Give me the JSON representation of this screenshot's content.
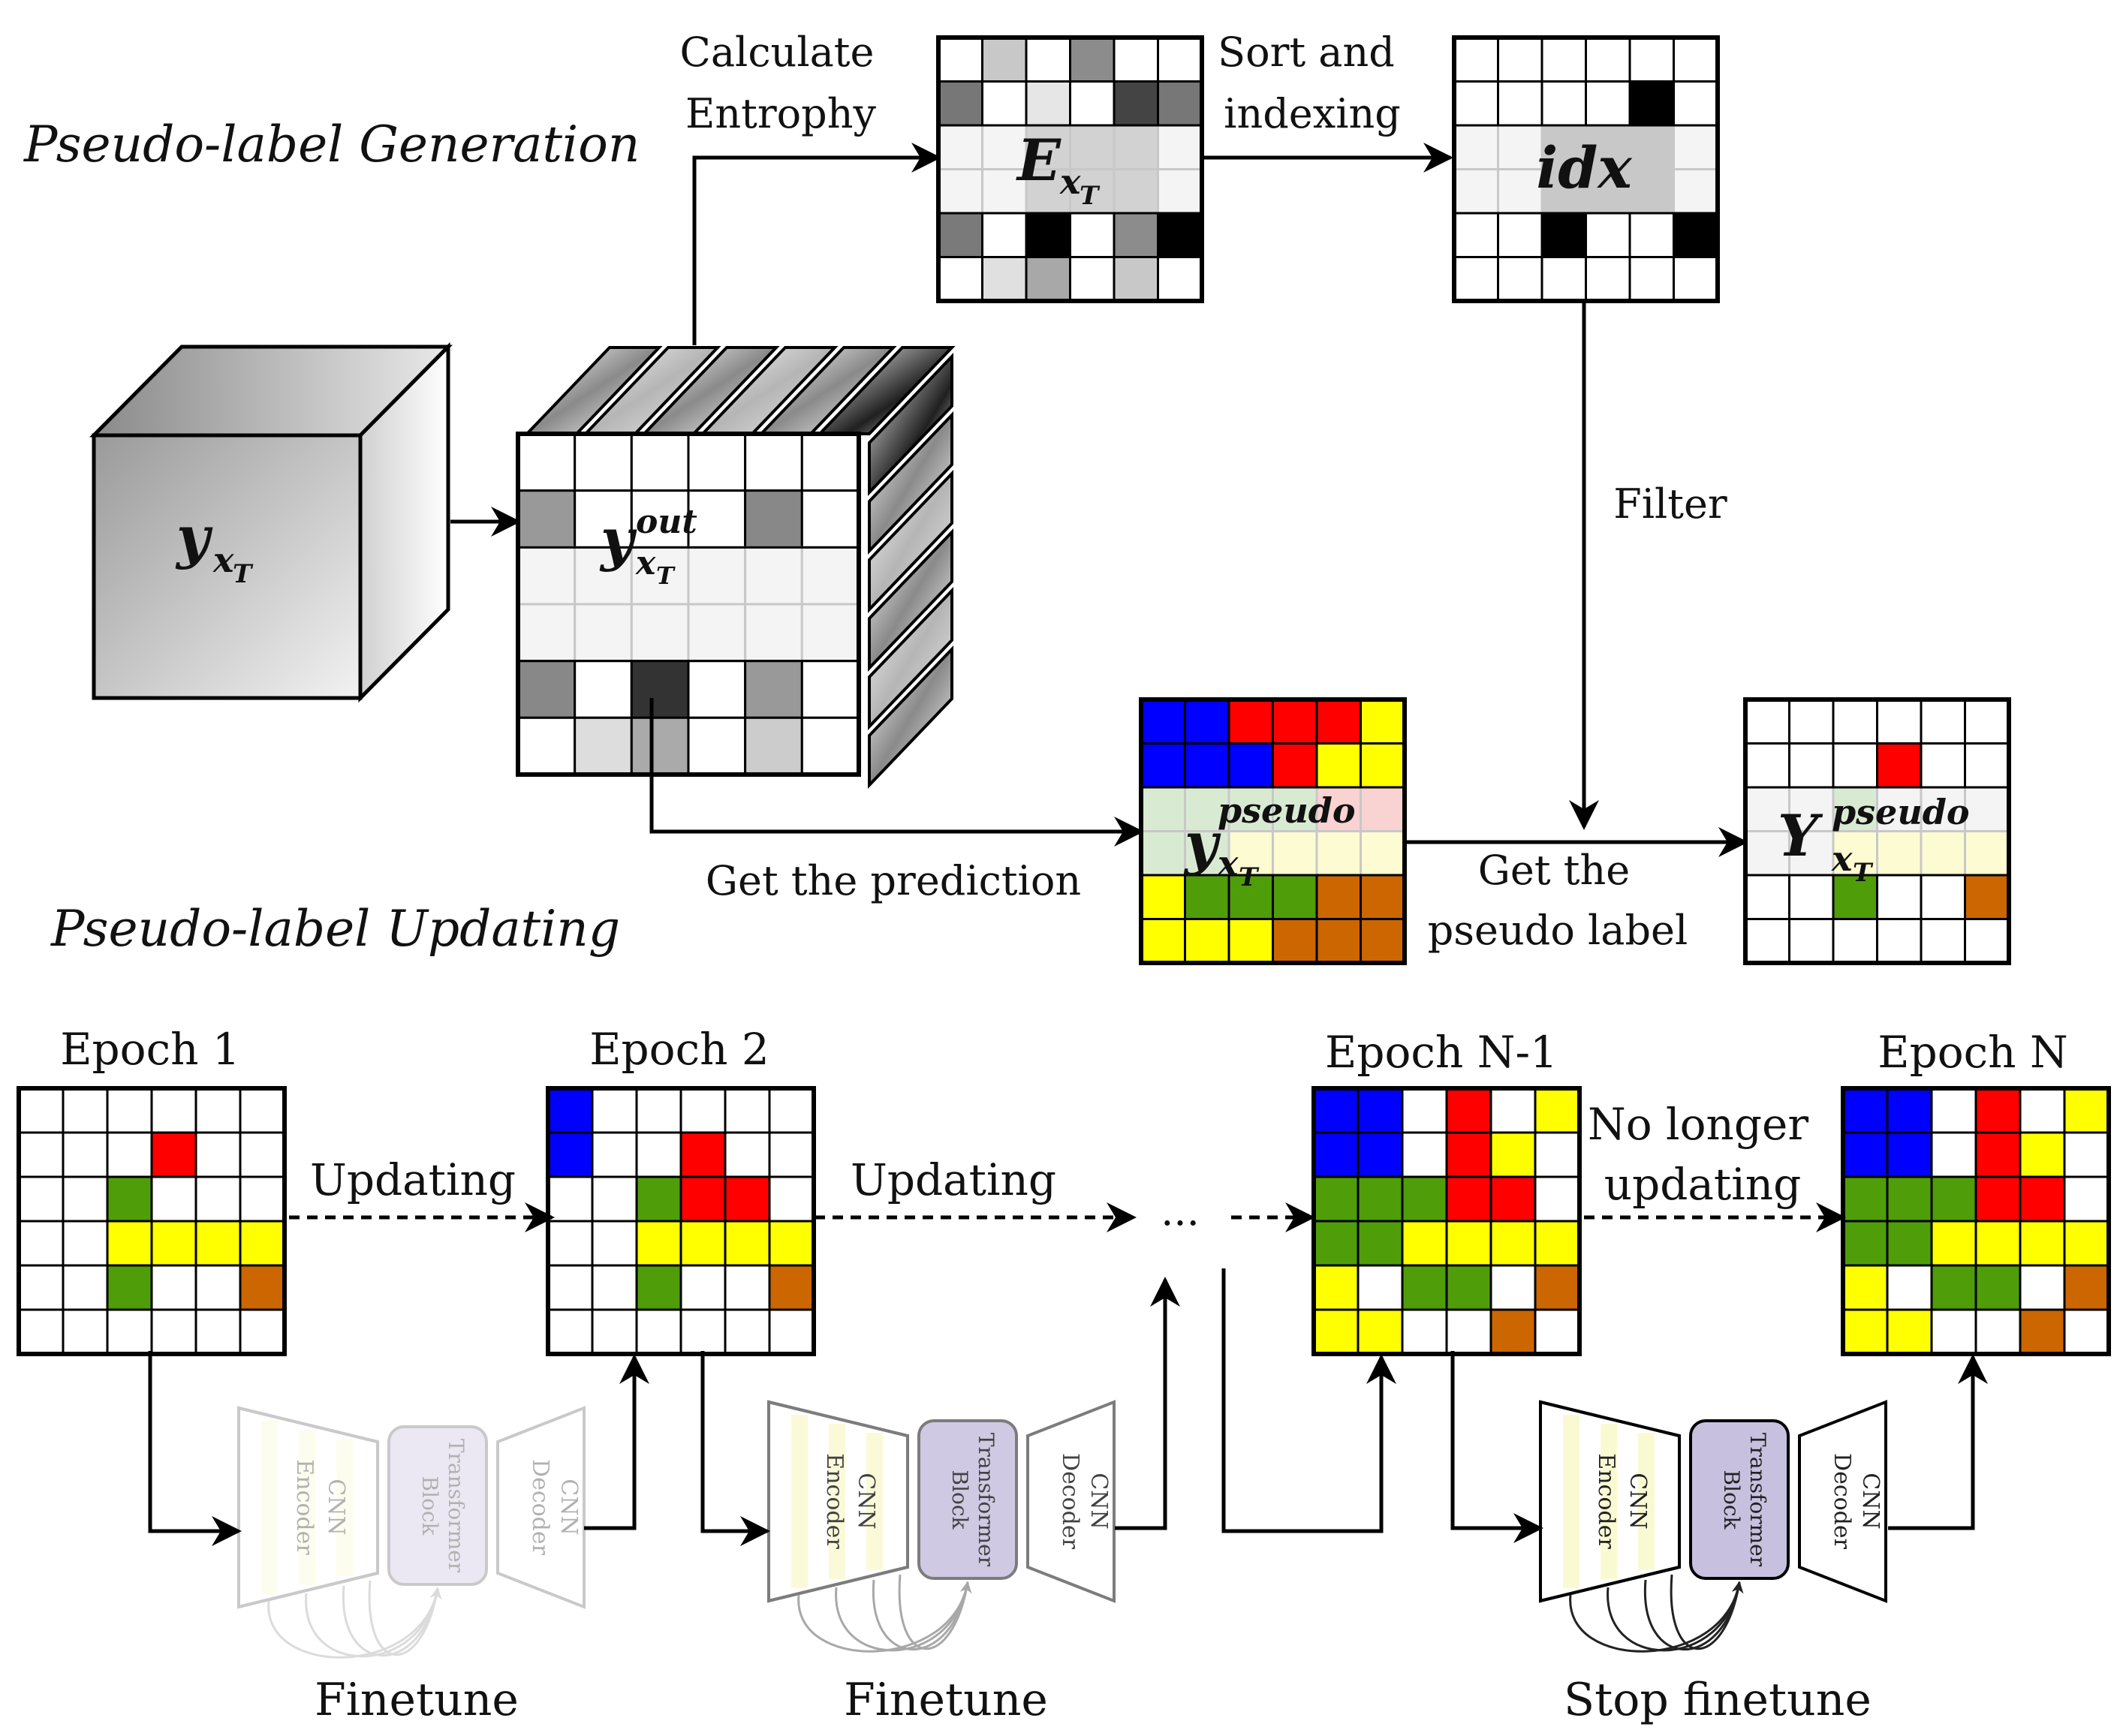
{
  "titles": {
    "generation": "Pseudo-label Generation",
    "updating": "Pseudo-label Updating"
  },
  "labels": {
    "calc_entropy_1": "Calculate",
    "calc_entropy_2": "Entrophy",
    "sort_1": "Sort and",
    "sort_2": "indexing",
    "filter": "Filter",
    "get_prediction": "Get the prediction",
    "get_pseudo_1": "Get the",
    "get_pseudo_2": "pseudo label",
    "updating_1": "Updating",
    "updating_2": "Updating",
    "ellipsis": "...",
    "no_longer_1": "No longer",
    "no_longer_2": "updating",
    "finetune_1": "Finetune",
    "finetune_2": "Finetune",
    "stop_finetune": "Stop finetune"
  },
  "math": {
    "y_cube": "y",
    "y_cube_sub": "x",
    "y_cube_subsub": "T",
    "y_out": "y",
    "y_out_sup": "out",
    "y_out_sub": "x",
    "y_out_subsub": "T",
    "entropy": "E",
    "entropy_sub": "x",
    "entropy_subsub": "T",
    "idx": "idx",
    "y_pseudo": "y",
    "y_pseudo_sup": "pseudo",
    "y_pseudo_sub": "x",
    "y_pseudo_subsub": "T",
    "Y_pseudo": "Y",
    "Y_pseudo_sup": "pseudo",
    "Y_pseudo_sub": "x",
    "Y_pseudo_subsub": "T"
  },
  "epochs": [
    "Epoch 1",
    "Epoch 2",
    "Epoch N-1",
    "Epoch N"
  ],
  "blocks": {
    "encoder_1": "CNN",
    "encoder_2": "Encoder",
    "transformer_1": "Transformer",
    "transformer_2": "Block",
    "decoder_1": "CNN",
    "decoder_2": "Decoder"
  },
  "colors": {
    "B": "#0000ff",
    "R": "#ff0000",
    "G": "#4f9d09",
    "Y": "#ffff00",
    "O": "#cc6600",
    "W": "#ffffff",
    "encoder_stripe": "#fafad2",
    "transformer_fill": "#c8c0df"
  },
  "grids": {
    "entropy": [
      [
        "#fff",
        "#c8c8c8",
        "#fff",
        "#8c8c8c",
        "#fff",
        "#fff"
      ],
      [
        "#777",
        "#fff",
        "#e6e6e6",
        "#fff",
        "#444",
        "#777"
      ],
      [
        "#f4f4f4",
        "#f4f4f4",
        "#d2d2d2",
        "#d2d2d2",
        "#d2d2d2",
        "#f4f4f4"
      ],
      [
        "#f4f4f4",
        "#f4f4f4",
        "#d2d2d2",
        "#d2d2d2",
        "#d2d2d2",
        "#f4f4f4"
      ],
      [
        "#7a7a7a",
        "#fff",
        "#000",
        "#fff",
        "#8c8c8c",
        "#000"
      ],
      [
        "#fff",
        "#e0e0e0",
        "#a8a8a8",
        "#fff",
        "#c8c8c8",
        "#fff"
      ]
    ],
    "idx": [
      [
        "#fff",
        "#fff",
        "#fff",
        "#fff",
        "#fff",
        "#fff"
      ],
      [
        "#fff",
        "#fff",
        "#fff",
        "#fff",
        "#000",
        "#fff"
      ],
      [
        "#f4f4f4",
        "#f4f4f4",
        "#c8c8c8",
        "#c8c8c8",
        "#c8c8c8",
        "#f4f4f4"
      ],
      [
        "#f4f4f4",
        "#f4f4f4",
        "#c8c8c8",
        "#c8c8c8",
        "#c8c8c8",
        "#f4f4f4"
      ],
      [
        "#fff",
        "#fff",
        "#000",
        "#fff",
        "#fff",
        "#000"
      ],
      [
        "#fff",
        "#fff",
        "#fff",
        "#fff",
        "#fff",
        "#fff"
      ]
    ],
    "y_out": [
      [
        "#fff",
        "#fff",
        "#fff",
        "#fff",
        "#fff",
        "#fff"
      ],
      [
        "#999",
        "#fff",
        "#fff",
        "#fff",
        "#888",
        "#fff"
      ],
      [
        "#f4f4f4",
        "#f4f4f4",
        "#f4f4f4",
        "#f4f4f4",
        "#f4f4f4",
        "#f4f4f4"
      ],
      [
        "#f4f4f4",
        "#f4f4f4",
        "#f4f4f4",
        "#f4f4f4",
        "#f4f4f4",
        "#f4f4f4"
      ],
      [
        "#888",
        "#fff",
        "#333",
        "#fff",
        "#999",
        "#fff"
      ],
      [
        "#fff",
        "#ddd",
        "#aaa",
        "#fff",
        "#ccc",
        "#fff"
      ]
    ],
    "pred": [
      [
        "B",
        "B",
        "R",
        "R",
        "R",
        "Y"
      ],
      [
        "B",
        "B",
        "B",
        "R",
        "Y",
        "Y"
      ],
      [
        "#d9ead3",
        "#d9ead3",
        "#d9ead3",
        "#d9ead3",
        "#f9d2d2",
        "#f9d2d2"
      ],
      [
        "#d9ead3",
        "#d9ead3",
        "#fdfbd2",
        "#fdfbd2",
        "#fdfbd2",
        "#fdfbd2"
      ],
      [
        "Y",
        "G",
        "G",
        "G",
        "O",
        "O"
      ],
      [
        "Y",
        "Y",
        "Y",
        "O",
        "O",
        "O"
      ]
    ],
    "pseudo": [
      [
        "W",
        "W",
        "W",
        "W",
        "W",
        "W"
      ],
      [
        "W",
        "W",
        "W",
        "R",
        "W",
        "W"
      ],
      [
        "#f4f4f4",
        "#f4f4f4",
        "#d9ead3",
        "#f4f4f4",
        "#f4f4f4",
        "#f4f4f4"
      ],
      [
        "#f4f4f4",
        "#f4f4f4",
        "#fdfbd2",
        "#fdfbd2",
        "#fdfbd2",
        "#fdfbd2"
      ],
      [
        "W",
        "W",
        "G",
        "W",
        "W",
        "O"
      ],
      [
        "W",
        "W",
        "W",
        "W",
        "W",
        "W"
      ]
    ],
    "epoch1": [
      [
        "W",
        "W",
        "W",
        "W",
        "W",
        "W"
      ],
      [
        "W",
        "W",
        "W",
        "R",
        "W",
        "W"
      ],
      [
        "W",
        "W",
        "G",
        "W",
        "W",
        "W"
      ],
      [
        "W",
        "W",
        "Y",
        "Y",
        "Y",
        "Y"
      ],
      [
        "W",
        "W",
        "G",
        "W",
        "W",
        "O"
      ],
      [
        "W",
        "W",
        "W",
        "W",
        "W",
        "W"
      ]
    ],
    "epoch2": [
      [
        "B",
        "W",
        "W",
        "W",
        "W",
        "W"
      ],
      [
        "B",
        "W",
        "W",
        "R",
        "W",
        "W"
      ],
      [
        "W",
        "W",
        "G",
        "R",
        "R",
        "W"
      ],
      [
        "W",
        "W",
        "Y",
        "Y",
        "Y",
        "Y"
      ],
      [
        "W",
        "W",
        "G",
        "W",
        "W",
        "O"
      ],
      [
        "W",
        "W",
        "W",
        "W",
        "W",
        "W"
      ]
    ],
    "epochN1": [
      [
        "B",
        "B",
        "W",
        "R",
        "W",
        "Y"
      ],
      [
        "B",
        "B",
        "W",
        "R",
        "Y",
        "W"
      ],
      [
        "G",
        "G",
        "G",
        "R",
        "R",
        "W"
      ],
      [
        "G",
        "G",
        "Y",
        "Y",
        "Y",
        "Y"
      ],
      [
        "Y",
        "W",
        "G",
        "G",
        "W",
        "O"
      ],
      [
        "Y",
        "Y",
        "W",
        "W",
        "O",
        "W"
      ]
    ],
    "epochN": [
      [
        "B",
        "B",
        "W",
        "R",
        "W",
        "Y"
      ],
      [
        "B",
        "B",
        "W",
        "R",
        "Y",
        "W"
      ],
      [
        "G",
        "G",
        "G",
        "R",
        "R",
        "W"
      ],
      [
        "G",
        "G",
        "Y",
        "Y",
        "Y",
        "Y"
      ],
      [
        "Y",
        "W",
        "G",
        "G",
        "W",
        "O"
      ],
      [
        "Y",
        "Y",
        "W",
        "W",
        "O",
        "W"
      ]
    ]
  }
}
